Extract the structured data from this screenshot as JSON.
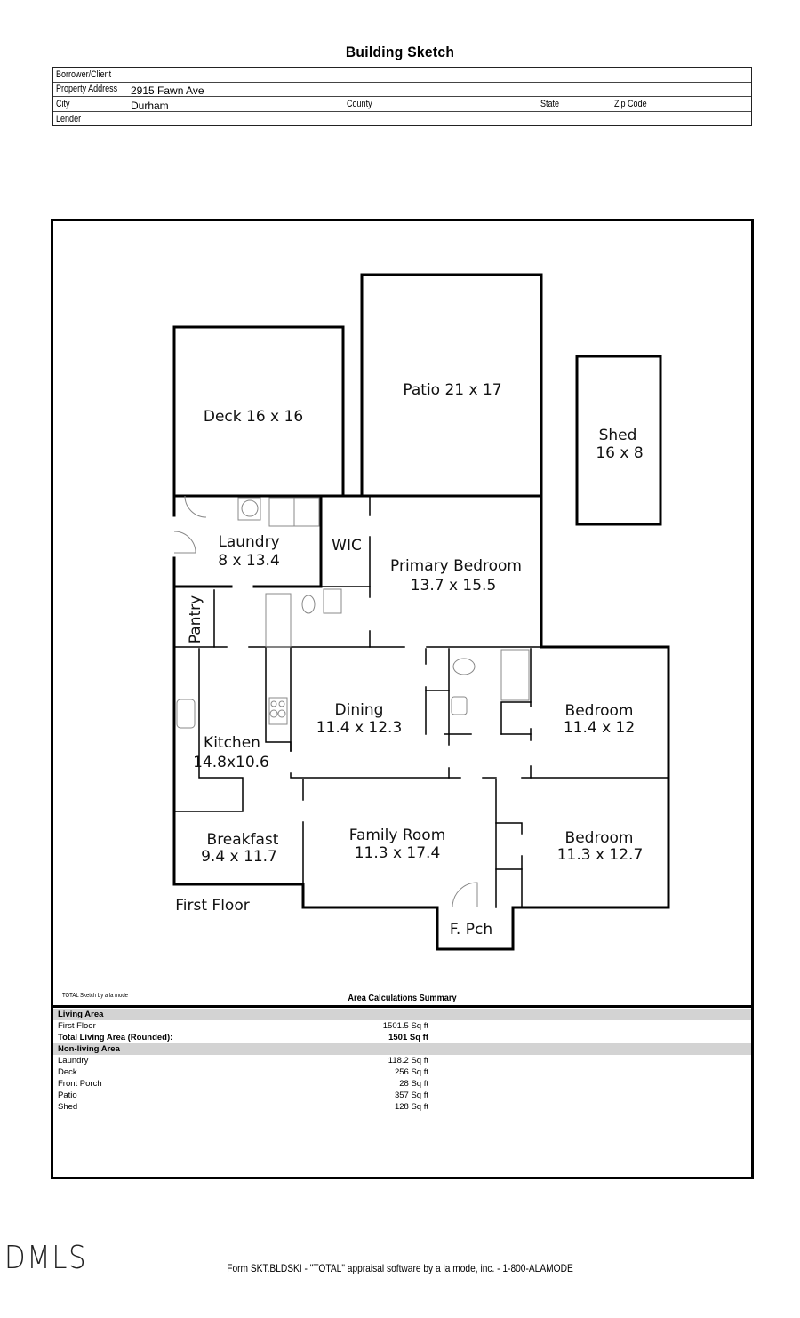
{
  "header": {
    "title": "Building Sketch"
  },
  "info": {
    "borrower_label": "Borrower/Client",
    "borrower_value": "",
    "address_label": "Property Address",
    "address_value": "2915 Fawn Ave",
    "city_label": "City",
    "city_value": "Durham",
    "county_label": "County",
    "state_label": "State",
    "zip_label": "Zip Code",
    "lender_label": "Lender"
  },
  "plan": {
    "floor_label": "First Floor",
    "rooms": {
      "deck": "Deck 16 x 16",
      "patio": "Patio 21 x 17",
      "shed_name": "Shed",
      "shed_dim": "16 x 8",
      "laundry_name": "Laundry",
      "laundry_dim": "8 x 13.4",
      "wic": "WIC",
      "primary_name": "Primary Bedroom",
      "primary_dim": "13.7 x 15.5",
      "pantry": "Pantry",
      "kitchen_name": "Kitchen",
      "kitchen_dim": "14.8x10.6",
      "dining_name": "Dining",
      "dining_dim": "11.4 x 12.3",
      "bedroom1_name": "Bedroom",
      "bedroom1_dim": "11.4 x 12",
      "breakfast_name": "Breakfast",
      "breakfast_dim": "9.4 x 11.7",
      "family_name": "Family Room",
      "family_dim": "11.3 x 17.4",
      "bedroom2_name": "Bedroom",
      "bedroom2_dim": "11.3 x 12.7",
      "porch": "F. Pch"
    }
  },
  "summary": {
    "credit": "TOTAL Sketch by a la mode",
    "title": "Area Calculations Summary",
    "living_header": "Living Area",
    "first_floor_label": "First Floor",
    "first_floor_value": "1501.5 Sq ft",
    "total_label": "Total Living Area (Rounded):",
    "total_value": "1501 Sq ft",
    "nonliving_header": "Non-living Area",
    "nonliving": [
      {
        "label": "Laundry",
        "value": "118.2 Sq ft"
      },
      {
        "label": "Deck",
        "value": "256 Sq ft"
      },
      {
        "label": "Front Porch",
        "value": "28 Sq ft"
      },
      {
        "label": "Patio",
        "value": "357 Sq ft"
      },
      {
        "label": "Shed",
        "value": "128 Sq ft"
      }
    ]
  },
  "footer": {
    "logo": "DMLS",
    "form_text": "Form SKT.BLDSKI - \"TOTAL\" appraisal software by a la mode, inc. - 1-800-ALAMODE"
  }
}
